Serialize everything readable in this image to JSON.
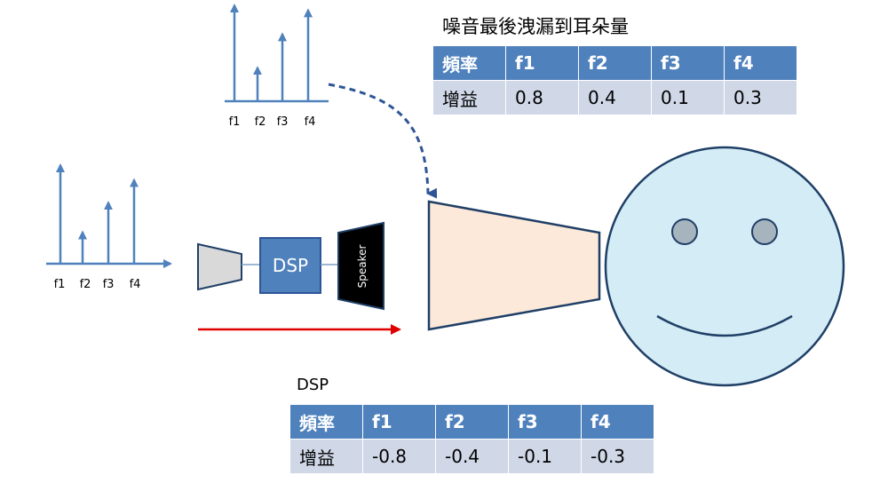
{
  "noise_table": {
    "title": "噪音最後洩漏到耳朵量",
    "header": [
      "頻率",
      "f1",
      "f2",
      "f3",
      "f4"
    ],
    "row": [
      "增益",
      "0.8",
      "0.4",
      "0.1",
      "0.3"
    ]
  },
  "dsp_table": {
    "title": "DSP",
    "header": [
      "頻率",
      "f1",
      "f2",
      "f3",
      "f4"
    ],
    "row": [
      "增益",
      "-0.8",
      "-0.4",
      "-0.1",
      "-0.3"
    ]
  },
  "spectrum_top": {
    "labels": [
      "f1",
      "f2",
      "f3",
      "f4"
    ],
    "levels": [
      1.0,
      0.35,
      0.7,
      0.95
    ]
  },
  "spectrum_left": {
    "labels": [
      "f1",
      "f2",
      "f3",
      "f4"
    ],
    "levels": [
      1.0,
      0.32,
      0.62,
      0.85
    ]
  },
  "blocks": {
    "dsp_label": "DSP",
    "speaker_label": "Speaker"
  },
  "colors": {
    "accent_blue": "#4f81bd",
    "table_row": "#d0d8e8",
    "arrow_red": "#e00000",
    "face_fill": "#d4ecf6",
    "eye_fill": "#a6b4bd",
    "ear_fill": "#fde9d9",
    "mic_fill": "#d9d9d9",
    "speaker_fill": "#000000",
    "outline": "#1f3f66"
  }
}
